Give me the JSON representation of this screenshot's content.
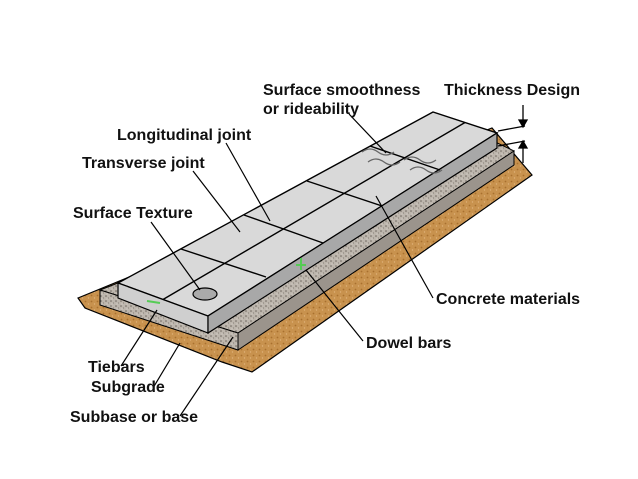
{
  "labels": {
    "surface_smoothness_line1": "Surface smoothness",
    "surface_smoothness_line2": "or rideability",
    "thickness_design": "Thickness Design",
    "longitudinal_joint": "Longitudinal joint",
    "transverse_joint": "Transverse joint",
    "surface_texture": "Surface Texture",
    "concrete_materials": "Concrete materials",
    "dowel_bars": "Dowel bars",
    "tiebars": "Tiebars",
    "subgrade": "Subgrade",
    "subbase_or_base": "Subbase or base"
  },
  "colors": {
    "slab_face": "#d9d9d9",
    "slab_top_light": "#e6e6e6",
    "base_speckle": "#b9b1a8",
    "subgrade_soil": "#c8924e",
    "leader": "#000000",
    "dowel_marker": "#55cc55"
  }
}
